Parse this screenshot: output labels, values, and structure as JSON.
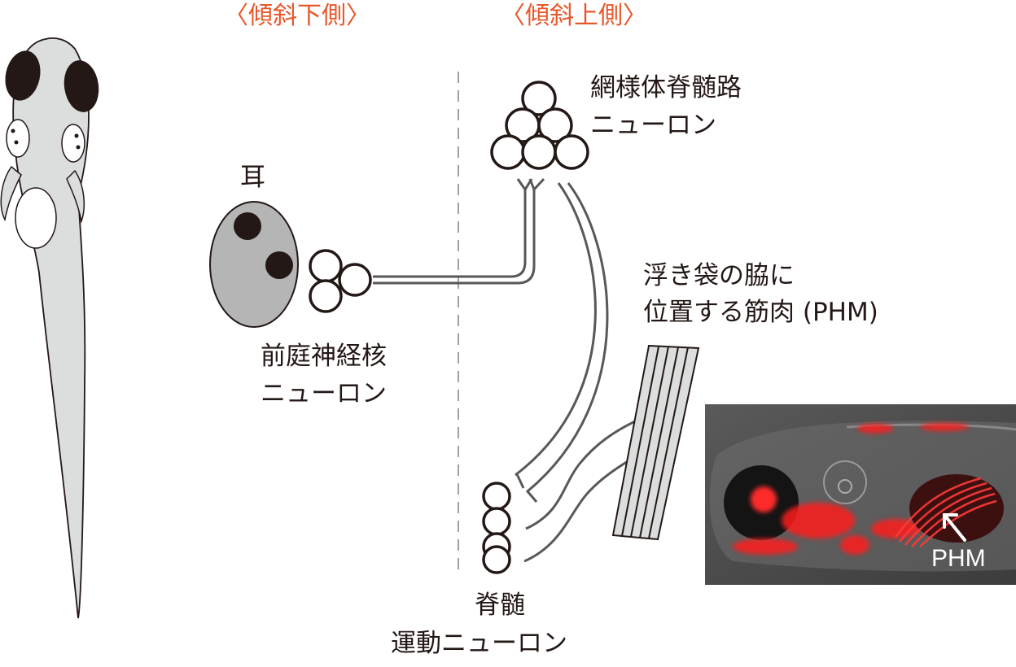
{
  "header": {
    "left": "〈傾斜下側〉",
    "right": "〈傾斜上側〉"
  },
  "labels": {
    "ear": "耳",
    "vestibular": [
      "前庭神経核",
      "ニューロン"
    ],
    "reticulospinal": [
      "網様体脊髄路",
      "ニューロン"
    ],
    "muscle": [
      "浮き袋の脇に",
      "位置する筋肉 (PHM)"
    ],
    "motor": [
      "脊髄",
      "運動ニューロン"
    ],
    "photo_arrow_label": "PHM"
  },
  "colors": {
    "accent": "#e8572a",
    "ink": "#231815",
    "line": "#595757",
    "fish_fill": "#dcdddd",
    "ear_fill": "#b5b5b6",
    "fluorescence": "#ff1f1f"
  }
}
